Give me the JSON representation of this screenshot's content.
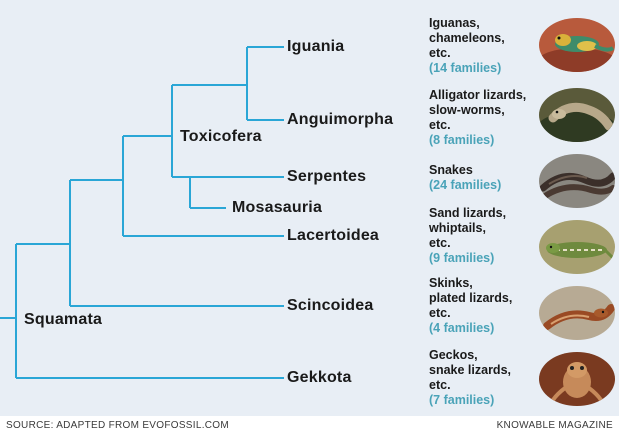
{
  "clades": {
    "squamata": "Squamata",
    "toxicofera": "Toxicofera",
    "iguania": "Iguania",
    "anguimorpha": "Anguimorpha",
    "serpentes": "Serpentes",
    "mosasauria": "Mosasauria",
    "lacertoidea": "Lacertoidea",
    "scincoidea": "Scincoidea",
    "gekkota": "Gekkota"
  },
  "descriptions": [
    {
      "text": "Iguanas,\nchameleons,\netc.",
      "families": "(14 families)",
      "image": "iguana-photo"
    },
    {
      "text": "Alligator lizards,\nslow-worms,\netc.",
      "families": "(8 families)",
      "image": "alligator-lizard-photo"
    },
    {
      "text": "Snakes",
      "families": "(24 families)",
      "image": "snake-photo"
    },
    {
      "text": "Sand lizards,\nwhiptails,\netc.",
      "families": "(9 families)",
      "image": "sand-lizard-photo"
    },
    {
      "text": "Skinks,\nplated lizards,\netc.",
      "families": "(4 families)",
      "image": "skink-photo"
    },
    {
      "text": "Geckos,\nsnake lizards,\netc.",
      "families": "(7 families)",
      "image": "gecko-photo"
    }
  ],
  "footer": {
    "source": "SOURCE: ADAPTED FROM EVOFOSSIL.COM",
    "credit": "KNOWABLE MAGAZINE"
  },
  "colors": {
    "branch": "#2aa6d6",
    "panel": "#e8eef5",
    "family_count": "#4aa3b8"
  }
}
